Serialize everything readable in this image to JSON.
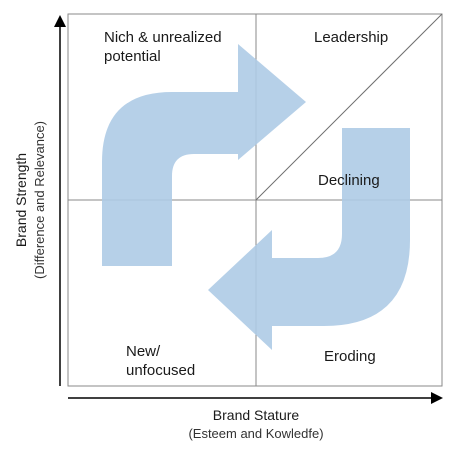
{
  "quadrants": {
    "top_left": [
      "Nich & unrealized",
      "potential"
    ],
    "top_right": "Leadership",
    "right_middle": "Declining",
    "bottom_left": [
      "New/",
      "unfocused"
    ],
    "bottom_right": "Eroding"
  },
  "x_axis": {
    "title": "Brand Stature",
    "subtitle": "(Esteem and Kowledfe)"
  },
  "y_axis": {
    "title": "Brand Strength",
    "subtitle": "(Difference and Relevance)"
  },
  "colors": {
    "arrow_fill": "#aecbe6",
    "grid_line": "#8a8a8a",
    "axis_line": "#000000",
    "text": "#1a1a1a"
  }
}
